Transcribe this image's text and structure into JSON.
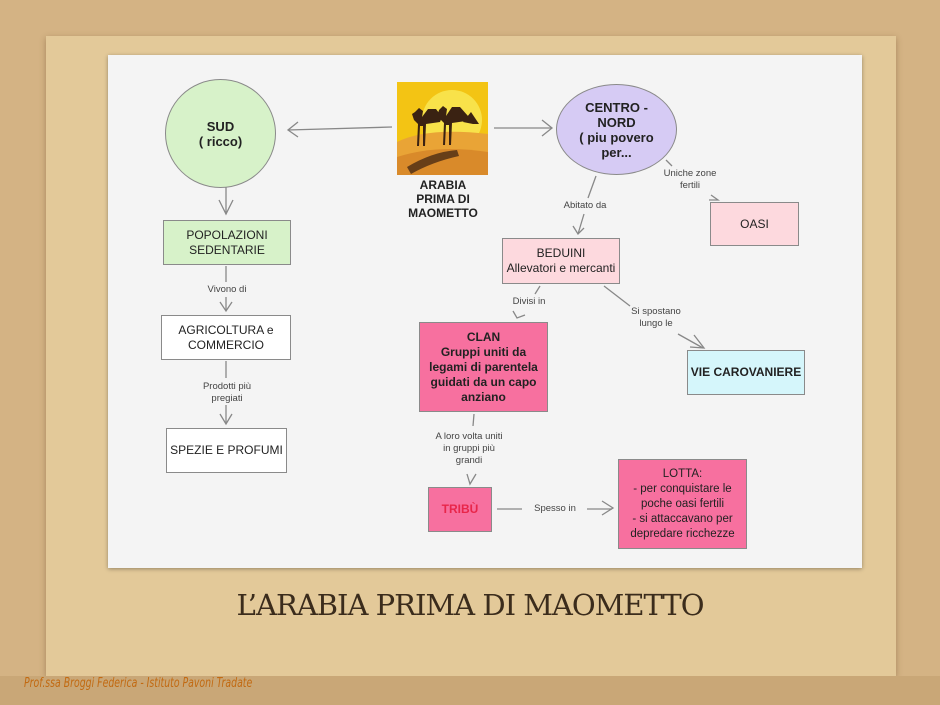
{
  "slide_title": "L’ARABIA PRIMA DI MAOMETTO",
  "credit": "Prof.ssa Broggi Federica - Istituto Pavoni Tradate",
  "colors": {
    "green": "#d7f2c9",
    "lilac": "#d6cbf4",
    "pink_light": "#fdd9de",
    "pink_strong": "#f7709f",
    "cyan": "#d5f6fb",
    "tribu_text": "#e8264a"
  },
  "center": {
    "label": "ARABIA\nPRIMA DI\nMAOMETTO",
    "image": "camels-desert-icon"
  },
  "nodes": {
    "sud": "SUD\n( ricco)",
    "centro_nord": "CENTRO -\nNORD\n( piu povero\nper...",
    "popolazioni": "POPOLAZIONI\nSEDENTARIE",
    "agricoltura": "AGRICOLTURA e\nCOMMERCIO",
    "spezie": "SPEZIE E PROFUMI",
    "beduini_title": "BEDUINI",
    "beduini_sub": "Allevatori e mercanti",
    "oasi": "OASI",
    "clan": "CLAN\nGruppi uniti da\nlegami di parentela\nguidati da un capo\nanziano",
    "vie": "VIE CAROVANIERE",
    "tribu": "TRIBÙ",
    "lotta": "LOTTA:\n- per conquistare le\npoche oasi fertili\n- si attaccavano  per\ndepredare ricchezze"
  },
  "links": {
    "vivono": "Vivono di",
    "prodotti": "Prodotti più\npregiati",
    "abitato": "Abitato da",
    "uniche": "Uniche zone\nfertili",
    "divisi": "Divisi in",
    "spostano": "Si spostano\nlungo le",
    "loro": "A loro volta uniti\nin gruppi più\ngrandi",
    "spesso": "Spesso in"
  }
}
